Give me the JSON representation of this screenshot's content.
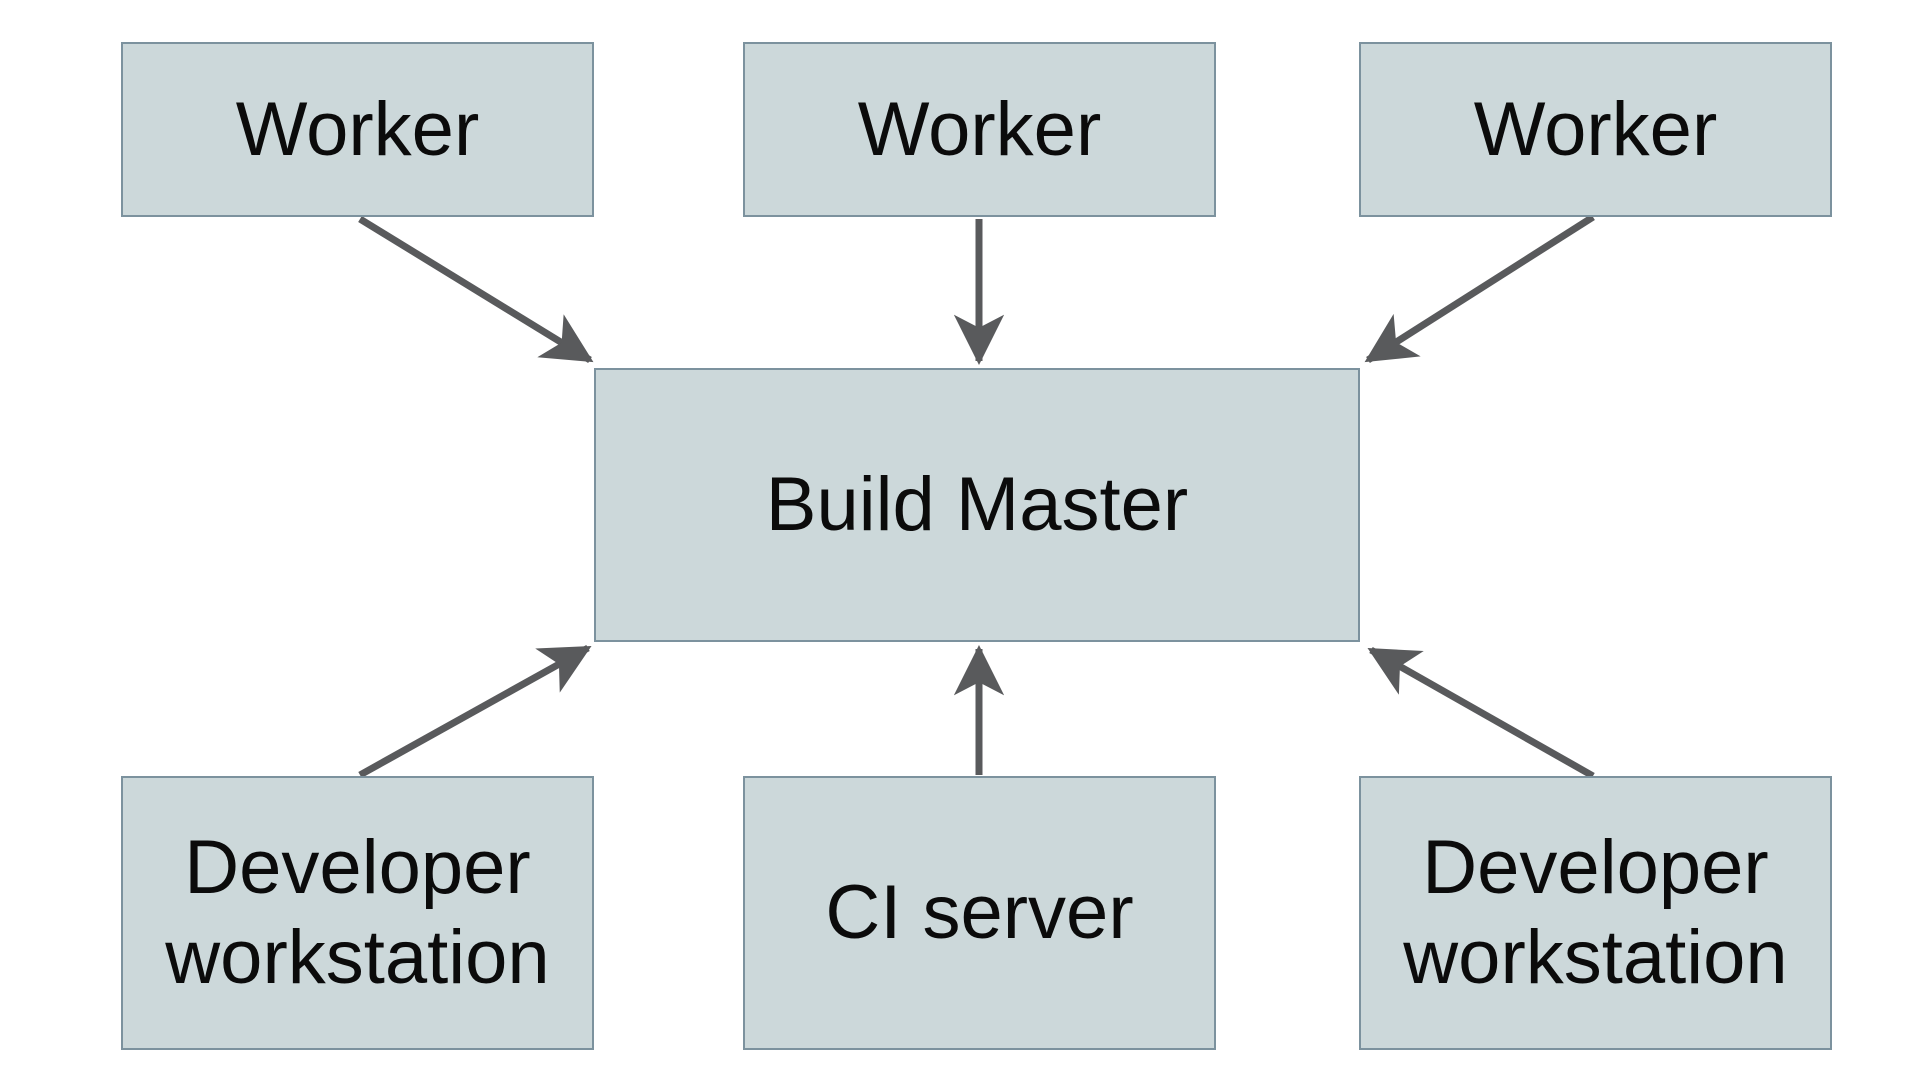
{
  "diagram": {
    "nodes": [
      {
        "id": "worker-1",
        "label": "Worker"
      },
      {
        "id": "worker-2",
        "label": "Worker"
      },
      {
        "id": "worker-3",
        "label": "Worker"
      },
      {
        "id": "build-master",
        "label": "Build Master"
      },
      {
        "id": "developer-workstation-1",
        "label": "Developer workstation"
      },
      {
        "id": "ci-server",
        "label": "CI server"
      },
      {
        "id": "developer-workstation-2",
        "label": "Developer workstation"
      }
    ],
    "edges": [
      {
        "from": "worker-1",
        "to": "build-master",
        "direction": "into-build-master"
      },
      {
        "from": "worker-2",
        "to": "build-master",
        "direction": "into-build-master"
      },
      {
        "from": "worker-3",
        "to": "build-master",
        "direction": "into-build-master"
      },
      {
        "from": "developer-workstation-1",
        "to": "build-master",
        "direction": "into-build-master"
      },
      {
        "from": "ci-server",
        "to": "build-master",
        "direction": "into-build-master"
      },
      {
        "from": "developer-workstation-2",
        "to": "build-master",
        "direction": "into-build-master"
      }
    ],
    "colors": {
      "background": "#ffffff",
      "node_fill": "#ccd8da",
      "node_border": "#7c929e",
      "arrow": "#595a5c",
      "text_color": "#0b0b0b"
    }
  }
}
